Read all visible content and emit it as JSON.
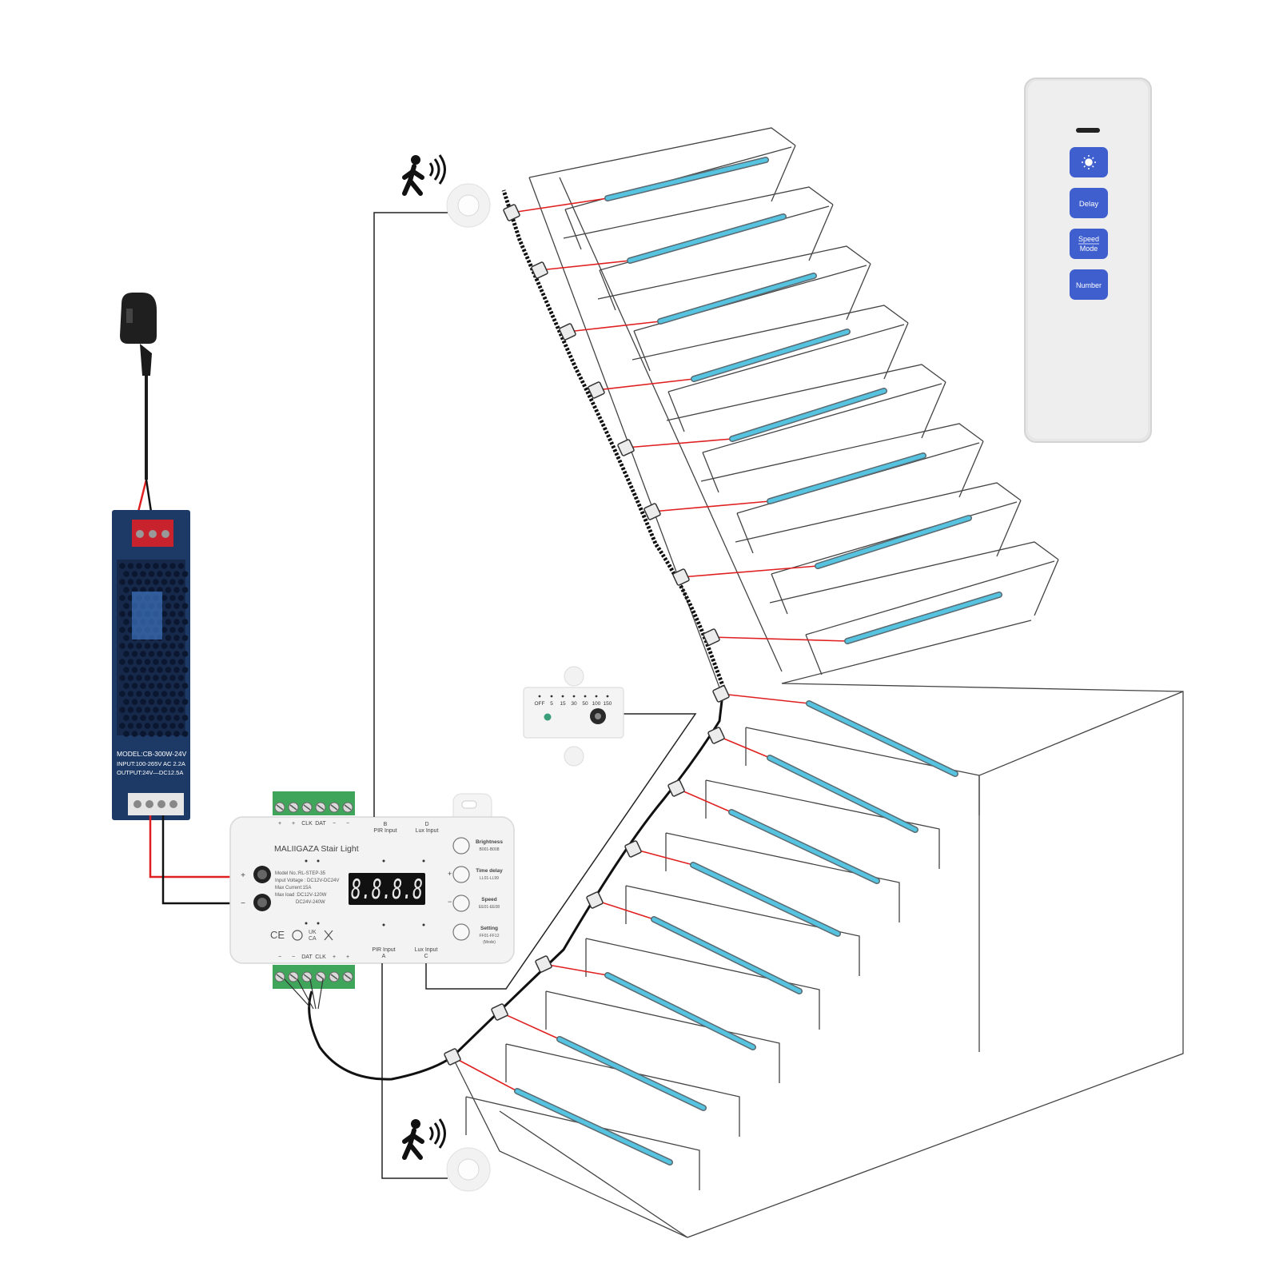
{
  "colors": {
    "led_strip": "#56c3e0",
    "wire_red": "#e02020",
    "wire_black": "#111111",
    "psu_body": "#1d3a66",
    "terminal_green": "#3fa55a",
    "remote_button": "#3f5fcf",
    "stair_line": "#444444"
  },
  "power_supply": {
    "model": "MODEL:CB-300W-24V",
    "input": "INPUT:100-265V AC 2.2A",
    "output": "OUTPUT:24V—DC12.5A"
  },
  "controller": {
    "brand": "MALIIGAZA Stair Light",
    "display": "8.8.8.8",
    "top_terminals": [
      "+",
      "+",
      "CLK",
      "DAT",
      "−",
      "−"
    ],
    "bottom_terminals": [
      "−",
      "−",
      "DAT",
      "CLK",
      "+",
      "+"
    ],
    "pir_input_b_label": "B",
    "pir_input_b": "PIR Input",
    "lux_input_d_label": "D",
    "lux_input_d": "Lux Input",
    "pir_input_a": "PIR Input",
    "pir_input_a_label": "A",
    "lux_input_c": "Lux Input",
    "lux_input_c_label": "C",
    "spec_model": "Model No.:RL-STEP-35",
    "spec_voltage": "Input Voltage : DC12V-DC24V",
    "spec_current": "Max Current:15A",
    "spec_load_1": "Max load :DC12V-120W",
    "spec_load_2": "DC24V-240W",
    "plus": "+",
    "minus": "−",
    "cert_ce": "CE",
    "cert_ukca_1": "UK",
    "cert_ukca_2": "CA",
    "buttons": [
      {
        "label": "Brightness",
        "sub": "B001-B008"
      },
      {
        "label": "Time delay",
        "sub": "LL01-LL99"
      },
      {
        "label": "Speed",
        "sub": "EE01-EE08"
      },
      {
        "label": "Setting",
        "sub": "FF01-FF12",
        "extra": "(Mode)"
      }
    ]
  },
  "light_sensor": {
    "scale": [
      "OFF",
      "5",
      "15",
      "30",
      "50",
      "100",
      "150"
    ]
  },
  "remote": {
    "buttons": [
      {
        "icon": "sun-icon",
        "label": ""
      },
      {
        "label": "Delay"
      },
      {
        "label": "Speed",
        "label2": "Mode"
      },
      {
        "label": "Number"
      }
    ]
  },
  "motion_sensor_icon": "walking-person-signal-icon",
  "plug_icon": "uk-plug-icon"
}
